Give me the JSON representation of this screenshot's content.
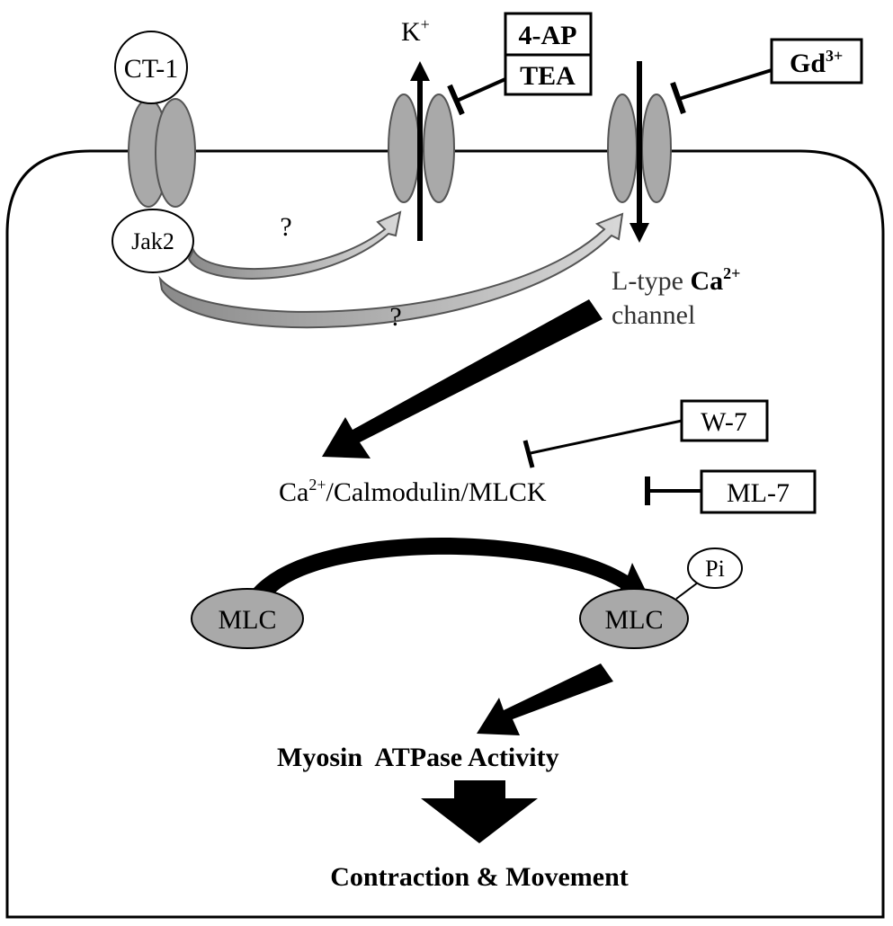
{
  "nodes": {
    "ct1": "CT-1",
    "jak2": "Jak2",
    "k_ion": "K",
    "k_sup": "+",
    "inhibitor_4ap": "4-AP",
    "inhibitor_tea": "TEA",
    "inhibitor_gd": "Gd",
    "inhibitor_gd_sup": "3+",
    "ltype_prefix": "L-type ",
    "ltype_ca": "Ca",
    "ltype_ca_sup": "2+",
    "ltype_line2": "channel",
    "question_upper": "?",
    "question_lower": "?",
    "inhibitor_w7": "W-7",
    "inhibitor_ml7": "ML-7",
    "cam_ca": "Ca",
    "cam_sup": "2+",
    "cam_rest": "/Calmodulin/MLCK",
    "mlc_left": "MLC",
    "mlc_right": "MLC",
    "pi": "Pi",
    "myosin_atpase": "Myosin  ATPase Activity",
    "contraction": "Contraction & Movement"
  },
  "colors": {
    "membrane_protein": "#a9a9a9",
    "mlc_fill": "#a9a9a9",
    "arrow_black": "#000000",
    "arrow_gray": "#b0b0b0"
  }
}
